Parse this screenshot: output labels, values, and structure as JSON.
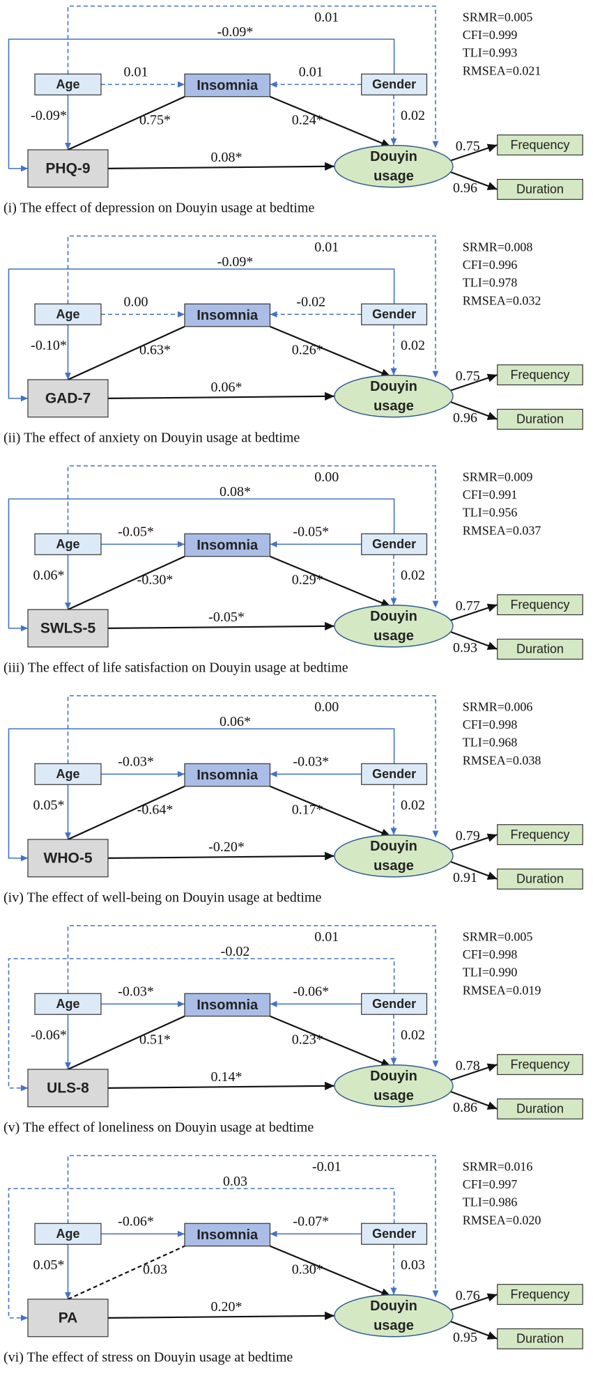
{
  "colors": {
    "blue_line": "#4472c4",
    "black_line": "#111111",
    "light_blue_fill": "#dce9f7",
    "insomnia_fill": "#aabde6",
    "grey_fill": "#d9d9d9",
    "green_fill": "#d5e8c4",
    "ellipse_border": "#2e5a88"
  },
  "common": {
    "age": "Age",
    "insomnia": "Insomnia",
    "gender": "Gender",
    "douyin_line1": "Douyin",
    "douyin_line2": "usage",
    "frequency": "Frequency",
    "duration": "Duration"
  },
  "panels": [
    {
      "predictor": "PHQ-9",
      "caption": "(i) The effect of depression on Douyin usage at bedtime",
      "fit": [
        "SRMR=0.005",
        "CFI=0.999",
        "TLI=0.993",
        "RMSEA=0.021"
      ],
      "gender_douyin": "0.01",
      "age_predictor_loop": "-0.09*",
      "age_insomnia": "0.01",
      "gender_insomnia": "0.01",
      "age_predictor": "-0.09*",
      "predictor_insomnia": "0.75*",
      "insomnia_douyin": "0.24*",
      "gender_douyin_direct": "0.02",
      "predictor_douyin": "0.08*",
      "frequency_loading": "0.75",
      "duration_loading": "0.96",
      "dashed": {
        "top": true,
        "loop": false,
        "age_ins": true,
        "gen_ins": true,
        "pred_ins": false
      }
    },
    {
      "predictor": "GAD-7",
      "caption": "(ii) The effect of anxiety on Douyin usage at bedtime",
      "fit": [
        "SRMR=0.008",
        "CFI=0.996",
        "TLI=0.978",
        "RMSEA=0.032"
      ],
      "gender_douyin": "0.01",
      "age_predictor_loop": "-0.09*",
      "age_insomnia": "0.00",
      "gender_insomnia": "-0.02",
      "age_predictor": "-0.10*",
      "predictor_insomnia": "0.63*",
      "insomnia_douyin": "0.26*",
      "gender_douyin_direct": "0.02",
      "predictor_douyin": "0.06*",
      "frequency_loading": "0.75",
      "duration_loading": "0.96",
      "dashed": {
        "top": true,
        "loop": false,
        "age_ins": true,
        "gen_ins": true,
        "pred_ins": false
      }
    },
    {
      "predictor": "SWLS-5",
      "caption": "(iii) The effect of life satisfaction on Douyin usage at bedtime",
      "fit": [
        "SRMR=0.009",
        "CFI=0.991",
        "TLI=0.956",
        "RMSEA=0.037"
      ],
      "gender_douyin": "0.00",
      "age_predictor_loop": "0.08*",
      "age_insomnia": "-0.05*",
      "gender_insomnia": "-0.05*",
      "age_predictor": "0.06*",
      "predictor_insomnia": "-0.30*",
      "insomnia_douyin": "0.29*",
      "gender_douyin_direct": "0.02",
      "predictor_douyin": "-0.05*",
      "frequency_loading": "0.77",
      "duration_loading": "0.93",
      "dashed": {
        "top": true,
        "loop": false,
        "age_ins": false,
        "gen_ins": false,
        "pred_ins": false
      }
    },
    {
      "predictor": "WHO-5",
      "caption": "(iv) The effect of well-being on Douyin usage at bedtime",
      "fit": [
        "SRMR=0.006",
        "CFI=0.998",
        "TLI=0.968",
        "RMSEA=0.038"
      ],
      "gender_douyin": "0.00",
      "age_predictor_loop": "0.06*",
      "age_insomnia": "-0.03*",
      "gender_insomnia": "-0.03*",
      "age_predictor": "0.05*",
      "predictor_insomnia": "-0.64*",
      "insomnia_douyin": "0.17*",
      "gender_douyin_direct": "0.02",
      "predictor_douyin": "-0.20*",
      "frequency_loading": "0.79",
      "duration_loading": "0.91",
      "dashed": {
        "top": true,
        "loop": false,
        "age_ins": false,
        "gen_ins": false,
        "pred_ins": false
      }
    },
    {
      "predictor": "ULS-8",
      "caption": "(v) The effect of loneliness on Douyin usage at bedtime",
      "fit": [
        "SRMR=0.005",
        "CFI=0.998",
        "TLI=0.990",
        "RMSEA=0.019"
      ],
      "gender_douyin": "0.01",
      "age_predictor_loop": "-0.02",
      "age_insomnia": "-0.03*",
      "gender_insomnia": "-0.06*",
      "age_predictor": "-0.06*",
      "predictor_insomnia": "0.51*",
      "insomnia_douyin": "0.23*",
      "gender_douyin_direct": "0.02",
      "predictor_douyin": "0.14*",
      "frequency_loading": "0.78",
      "duration_loading": "0.86",
      "dashed": {
        "top": true,
        "loop": true,
        "age_ins": false,
        "gen_ins": false,
        "pred_ins": false
      }
    },
    {
      "predictor": "PA",
      "caption": "(vi) The effect of stress on Douyin usage at bedtime",
      "fit": [
        "SRMR=0.016",
        "CFI=0.997",
        "TLI=0.986",
        "RMSEA=0.020"
      ],
      "gender_douyin": "-0.01",
      "age_predictor_loop": "0.03",
      "age_insomnia": "-0.06*",
      "gender_insomnia": "-0.07*",
      "age_predictor": "0.05*",
      "predictor_insomnia": "0.03",
      "insomnia_douyin": "0.30*",
      "gender_douyin_direct": "0.03",
      "predictor_douyin": "0.20*",
      "frequency_loading": "0.76",
      "duration_loading": "0.95",
      "dashed": {
        "top": true,
        "loop": true,
        "age_ins": false,
        "gen_ins": false,
        "pred_ins": true
      }
    }
  ]
}
